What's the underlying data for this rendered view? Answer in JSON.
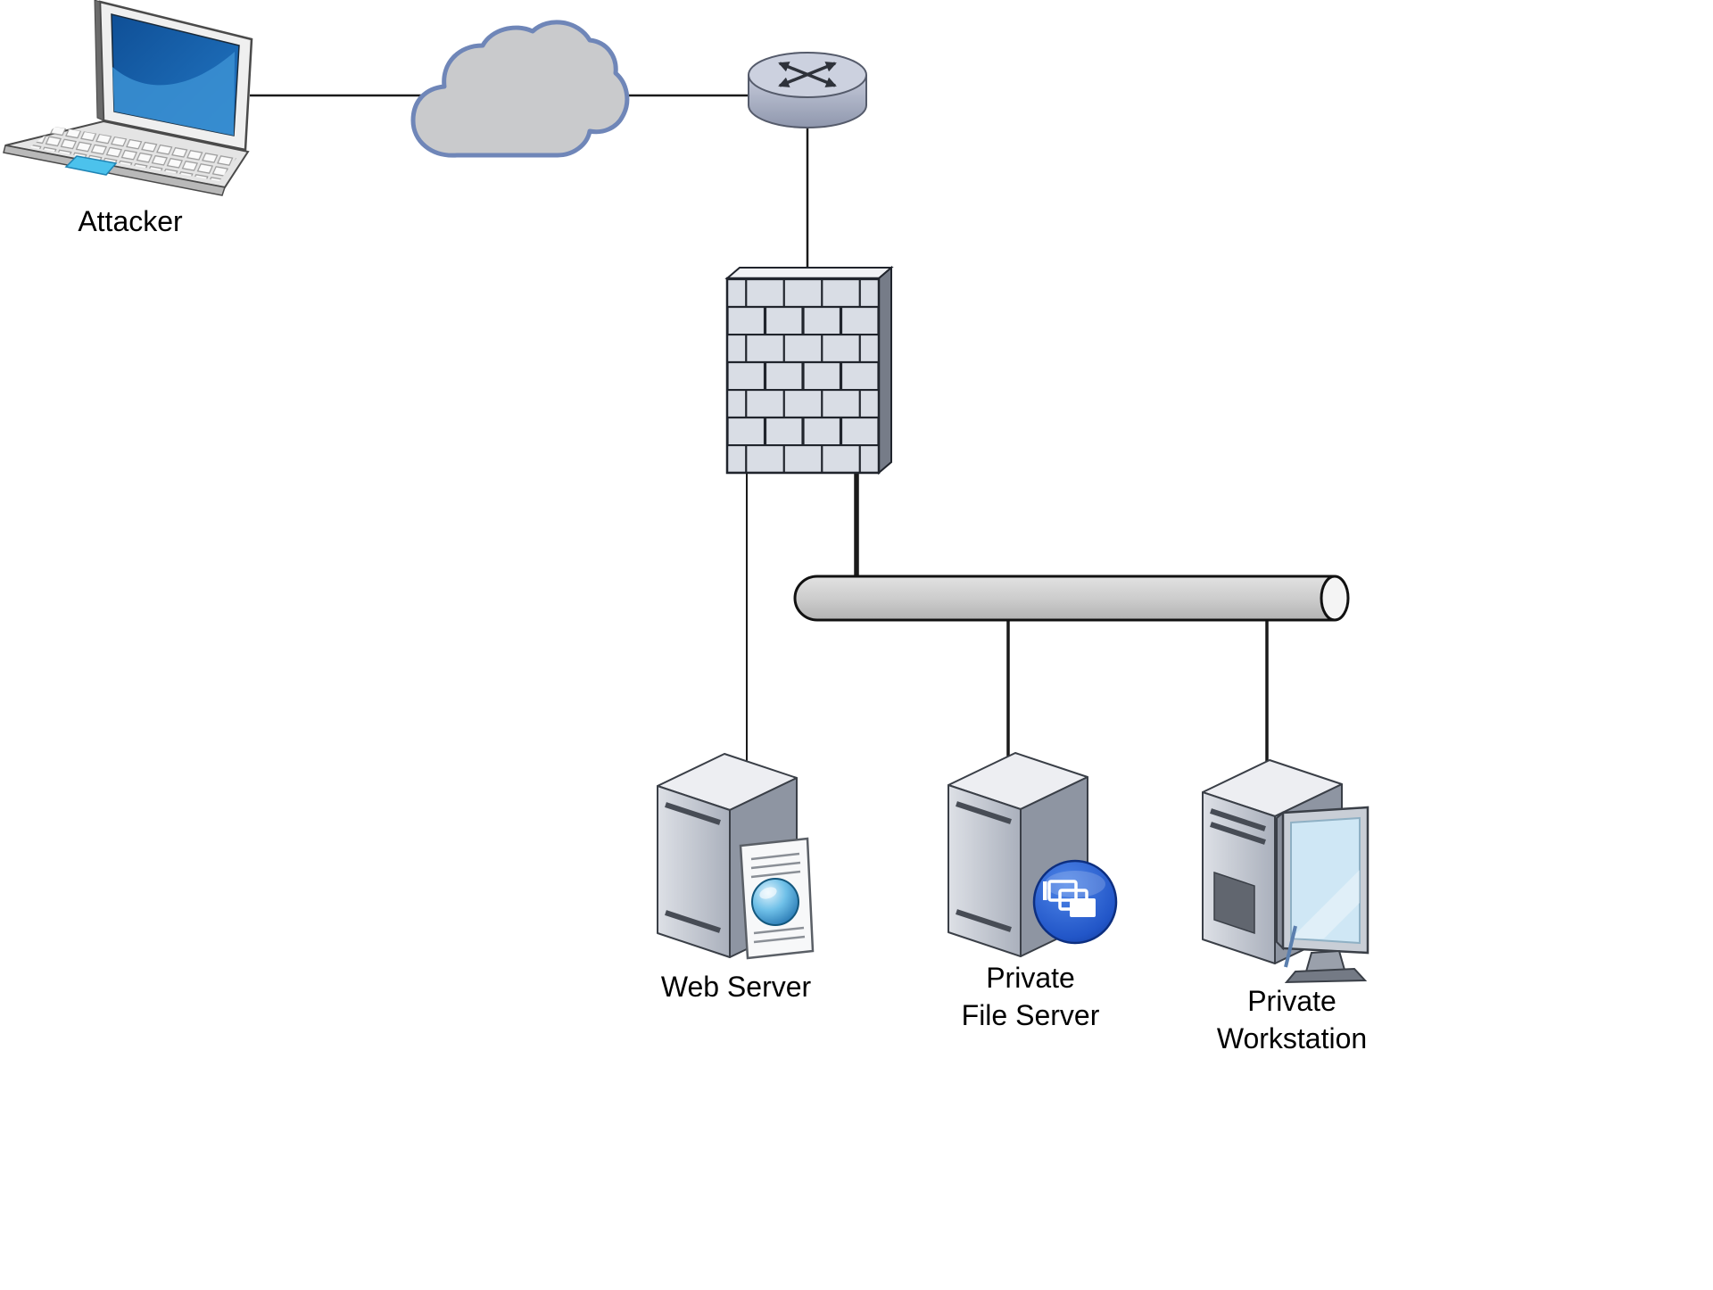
{
  "diagram": {
    "type": "network-topology",
    "nodes": {
      "attacker": {
        "label": "Attacker",
        "icon": "laptop-icon"
      },
      "internet": {
        "icon": "cloud-icon"
      },
      "router": {
        "icon": "router-icon"
      },
      "firewall": {
        "icon": "firewall-brick-wall-icon"
      },
      "lan_bus": {
        "icon": "ethernet-bus-icon"
      },
      "web_server": {
        "label": "Web Server",
        "icon": "tower-server-icon",
        "badge_icon": "web-page-globe-icon"
      },
      "private_file_server": {
        "label_line1": "Private",
        "label_line2": "File Server",
        "icon": "tower-server-icon",
        "badge_icon": "shared-folders-badge-icon"
      },
      "private_workstation": {
        "label_line1": "Private",
        "label_line2": "Workstation",
        "icon": "tower-server-icon",
        "badge_icon": "monitor-icon"
      }
    },
    "connections": [
      {
        "from": "attacker",
        "to": "internet"
      },
      {
        "from": "internet",
        "to": "router"
      },
      {
        "from": "router",
        "to": "firewall"
      },
      {
        "from": "firewall",
        "to": "web_server"
      },
      {
        "from": "firewall",
        "to": "lan_bus"
      },
      {
        "from": "lan_bus",
        "to": "private_file_server"
      },
      {
        "from": "lan_bus",
        "to": "private_workstation"
      }
    ],
    "colors": {
      "background": "#ffffff",
      "connector": "#1a1a1a",
      "cloud_fill": "#c9cacc",
      "cloud_stroke": "#6f86b8",
      "laptop_screen_blue": "#1565ab",
      "trackpad_blue": "#4cc2ec",
      "device_gray": "#c3c8d2",
      "firewall_brick": "#d9dde5",
      "bus_fill": "#cccccc",
      "badge_blue": "#2256c8",
      "globe_blue": "#2e86c4"
    }
  }
}
